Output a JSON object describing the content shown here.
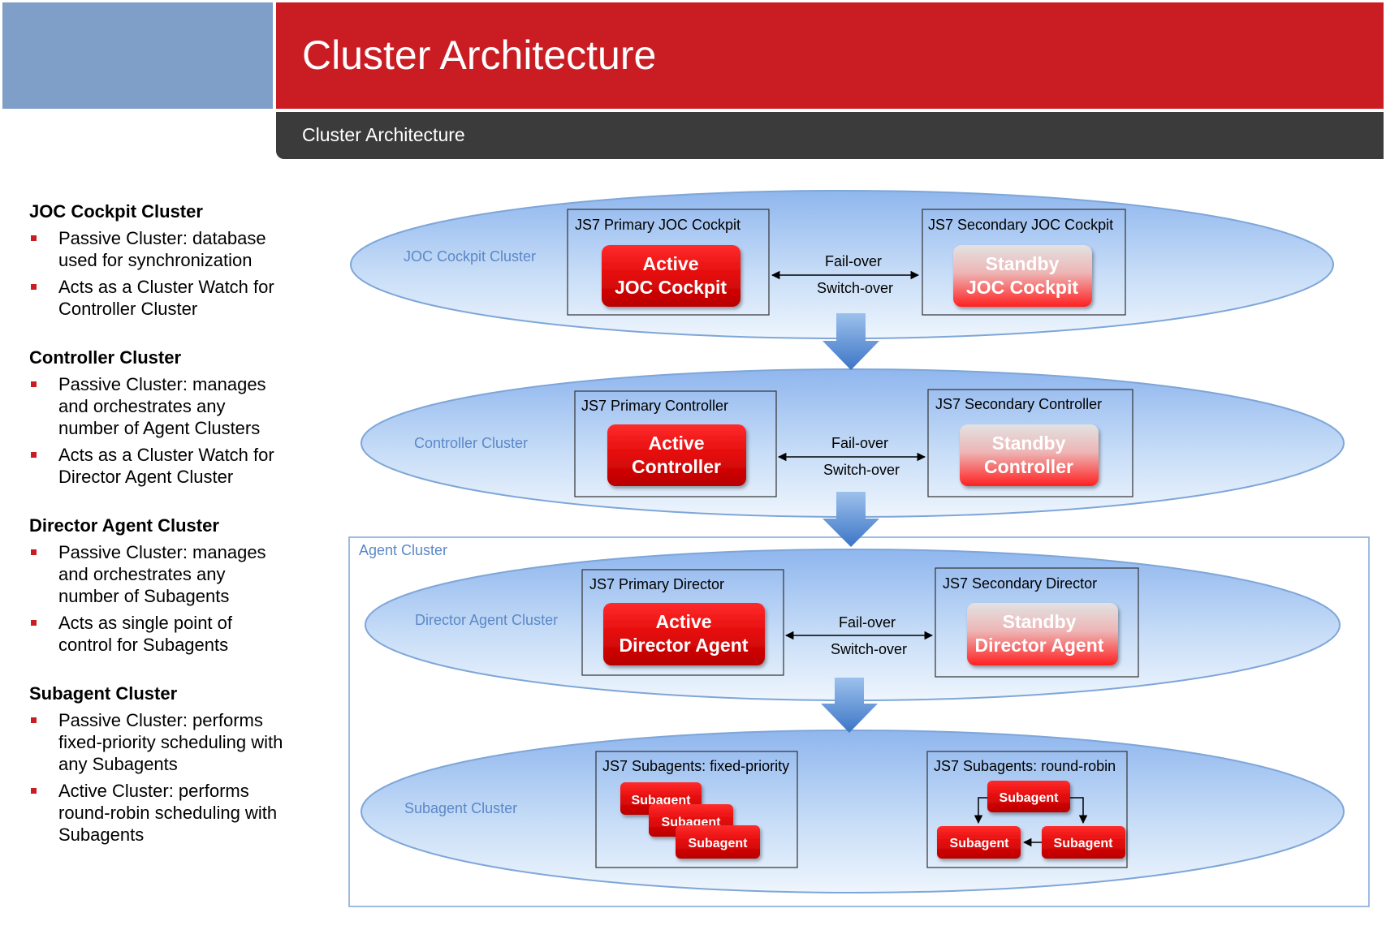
{
  "header": {
    "title": "Cluster Architecture",
    "subtitle": "Cluster Architecture"
  },
  "sidebar": {
    "sections": [
      {
        "title": "JOC Cockpit Cluster",
        "bullets": [
          "Passive Cluster: database used for synchronization",
          "Acts as a Cluster Watch for Controller Cluster"
        ]
      },
      {
        "title": "Controller Cluster",
        "bullets": [
          "Passive Cluster: manages and orchestrates any number of Agent Clusters",
          "Acts as a Cluster Watch for Director Agent Cluster"
        ]
      },
      {
        "title": "Director Agent Cluster",
        "bullets": [
          "Passive Cluster: manages and orchestrates any number of Subagents",
          "Acts as single point of control for Subagents"
        ]
      },
      {
        "title": "Subagent Cluster",
        "bullets": [
          "Passive Cluster: performs fixed-priority scheduling with any Subagents",
          "Active Cluster: performs round-robin scheduling with Subagents"
        ]
      }
    ]
  },
  "diagram": {
    "agent_cluster_label": "Agent Cluster",
    "clusters": [
      {
        "label": "JOC Cockpit Cluster",
        "primary_title": "JS7 Primary  JOC Cockpit",
        "secondary_title": "JS7 Secondary JOC Cockpit",
        "active_lines": [
          "Active",
          "JOC Cockpit"
        ],
        "standby_lines": [
          "Standby",
          "JOC Cockpit"
        ],
        "failover": "Fail-over",
        "switchover": "Switch-over"
      },
      {
        "label": "Controller Cluster",
        "primary_title": "JS7 Primary  Controller",
        "secondary_title": "JS7 Secondary Controller",
        "active_lines": [
          "Active",
          "Controller"
        ],
        "standby_lines": [
          "Standby",
          "Controller"
        ],
        "failover": "Fail-over",
        "switchover": "Switch-over"
      },
      {
        "label": "Director Agent Cluster",
        "primary_title": "JS7 Primary  Director",
        "secondary_title": "JS7 Secondary Director",
        "active_lines": [
          "Active",
          "Director Agent"
        ],
        "standby_lines": [
          "Standby",
          "Director Agent"
        ],
        "failover": "Fail-over",
        "switchover": "Switch-over"
      }
    ],
    "subagent_cluster": {
      "label": "Subagent Cluster",
      "fixed_title": "JS7 Subagents: fixed-priority",
      "round_title": "JS7 Subagents: round-robin",
      "subagent_label": "Subagent"
    }
  }
}
